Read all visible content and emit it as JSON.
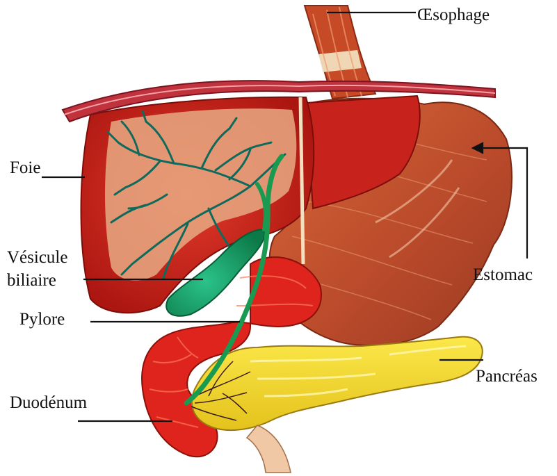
{
  "colors": {
    "liver": "#c8221c",
    "liver_inner": "#e8a983",
    "bile_vessels": "#0f6a5b",
    "bile_duct": "#1a9a50",
    "gallbladder": "#139a5e",
    "stomach": "#c2552c",
    "esophagus": "#c64a26",
    "intestine": "#de241c",
    "pancreas": "#f2dc2c",
    "diaphragm": "#c0323c",
    "label_text": "#111111",
    "leader_line": "#111111"
  },
  "labels": {
    "oesophage": "Œsophage",
    "foie": "Foie",
    "vesicule_1": "Vésicule",
    "vesicule_2": "biliaire",
    "pylore": "Pylore",
    "duodenum": "Duodénum",
    "estomac": "Estomac",
    "pancreas": "Pancréas"
  }
}
